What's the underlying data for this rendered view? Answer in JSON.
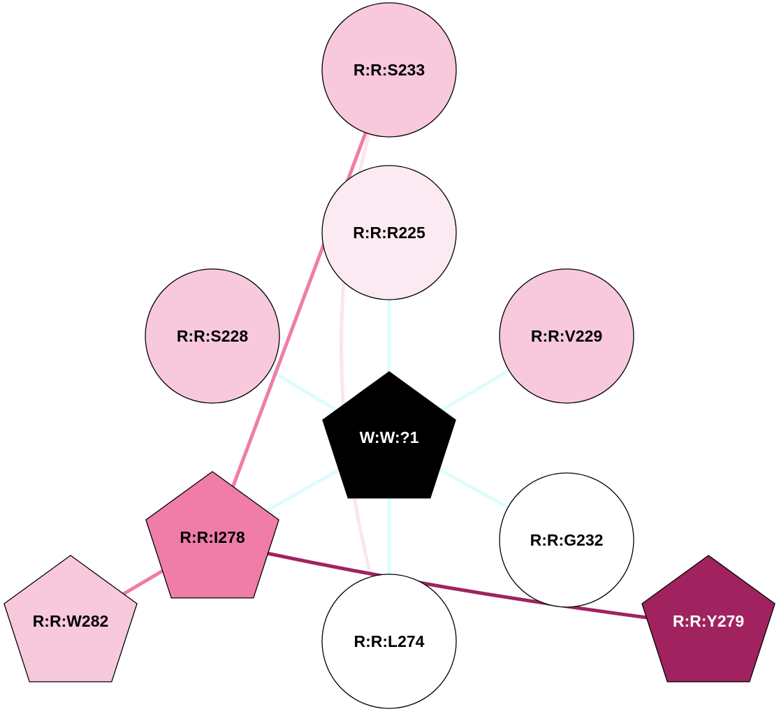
{
  "diagram": {
    "type": "residue-interaction-network",
    "nodes": [
      {
        "id": "S233",
        "label": "R:R:S233",
        "shape": "circle",
        "fill": "#f8c8dc",
        "text_color": "#000000"
      },
      {
        "id": "R225",
        "label": "R:R:R225",
        "shape": "circle",
        "fill": "#fbeaf2",
        "text_color": "#000000"
      },
      {
        "id": "S228",
        "label": "R:R:S228",
        "shape": "circle",
        "fill": "#f8c8dc",
        "text_color": "#000000"
      },
      {
        "id": "V229",
        "label": "R:R:V229",
        "shape": "circle",
        "fill": "#f8c8dc",
        "text_color": "#000000"
      },
      {
        "id": "W1",
        "label": "W:W:?1",
        "shape": "pentagon",
        "fill": "#000000",
        "text_color": "#ffffff"
      },
      {
        "id": "G232",
        "label": "R:R:G232",
        "shape": "circle",
        "fill": "#ffffff",
        "text_color": "#000000"
      },
      {
        "id": "I278",
        "label": "R:R:I278",
        "shape": "pentagon",
        "fill": "#f07ca8",
        "text_color": "#000000"
      },
      {
        "id": "L274",
        "label": "R:R:L274",
        "shape": "circle",
        "fill": "#ffffff",
        "text_color": "#000000"
      },
      {
        "id": "W282",
        "label": "R:R:W282",
        "shape": "pentagon",
        "fill": "#f8c8dc",
        "text_color": "#000000"
      },
      {
        "id": "Y279",
        "label": "R:R:Y279",
        "shape": "pentagon",
        "fill": "#a0235f",
        "text_color": "#ffffff"
      }
    ],
    "edges": [
      {
        "source": "W1",
        "target": "R225",
        "color": "#dcfdfd",
        "style": "straight"
      },
      {
        "source": "W1",
        "target": "S228",
        "color": "#dcfdfd",
        "style": "straight"
      },
      {
        "source": "W1",
        "target": "V229",
        "color": "#dcfdfd",
        "style": "straight"
      },
      {
        "source": "W1",
        "target": "G232",
        "color": "#dcfdfd",
        "style": "straight"
      },
      {
        "source": "W1",
        "target": "I278",
        "color": "#dcfdfd",
        "style": "straight"
      },
      {
        "source": "W1",
        "target": "L274",
        "color": "#dcfdfd",
        "style": "straight"
      },
      {
        "source": "S233",
        "target": "I278",
        "color": "#f07ca8",
        "style": "straight"
      },
      {
        "source": "S233",
        "target": "L274",
        "color": "#fbe6ee",
        "style": "curved"
      },
      {
        "source": "I278",
        "target": "W282",
        "color": "#f07ca8",
        "style": "straight"
      },
      {
        "source": "I278",
        "target": "Y279",
        "color": "#a0235f",
        "style": "curved"
      }
    ]
  }
}
